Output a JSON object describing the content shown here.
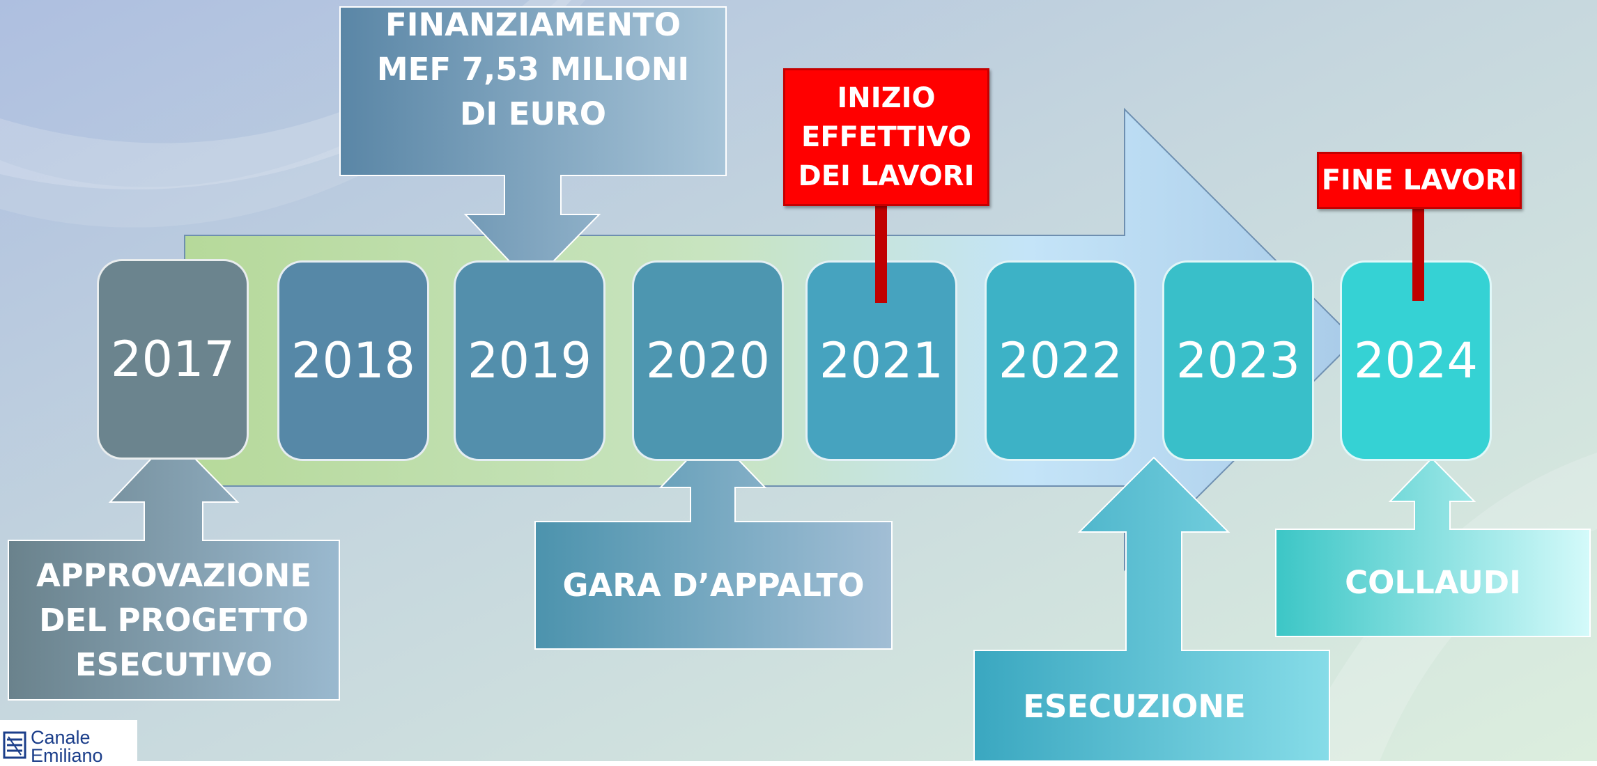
{
  "timeline": {
    "years": [
      "2017",
      "2018",
      "2019",
      "2020",
      "2021",
      "2022",
      "2023",
      "2024"
    ]
  },
  "callouts": {
    "finanziamento": "FINANZIAMENTO\nMEF 7,53 MILIONI\nDI EURO",
    "approvazione": "APPROVAZIONE\nDEL PROGETTO\nESECUTIVO",
    "gara": "GARA D’APPALTO",
    "esecuzione": "ESECUZIONE",
    "collaudi": "COLLAUDI"
  },
  "flags": {
    "inizio": "INIZIO\nEFFETTIVO\nDEI LAVORI",
    "fine": "FINE LAVORI"
  },
  "logo": {
    "text": "Canale\nEmiliano"
  },
  "colors": {
    "flag_red": "#ff0000",
    "flag_pole": "#c00000"
  }
}
